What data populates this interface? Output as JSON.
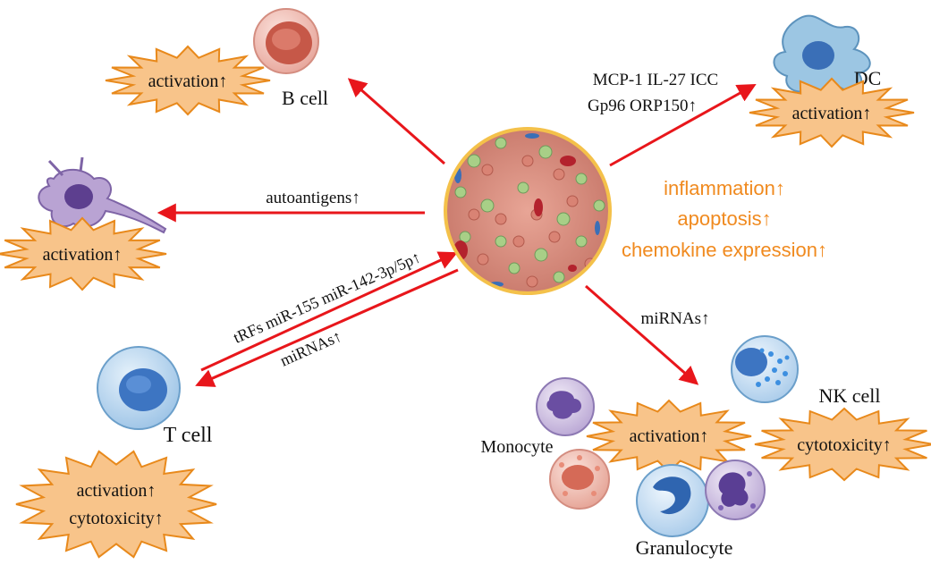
{
  "colors": {
    "arrow": "#e8161b",
    "burst_fill": "#f8c48a",
    "burst_stroke": "#e8891b",
    "highlight_text": "#f08a1f",
    "text": "#111111"
  },
  "icons": {
    "center": "tissue-section-icon",
    "b_cell": "b-cell-icon",
    "dc": "dendritic-cell-icon",
    "macrophage": "macrophage-icon",
    "t_cell": "t-cell-icon",
    "nk_cell": "nk-cell-icon",
    "monocyte": "monocyte-icon",
    "granulocyte": "granulocyte-icon"
  },
  "cells": {
    "b_cell": "B cell",
    "dc": "DC",
    "t_cell": "T cell",
    "nk_cell": "NK cell",
    "monocyte": "Monocyte",
    "granulocyte": "Granulocyte"
  },
  "effects": {
    "b_cell": "activation↑",
    "dc": "activation↑",
    "macrophage": "activation↑",
    "innate": "activation↑",
    "nk_cell": "cytotoxicity↑",
    "t_cell_1": "activation↑",
    "t_cell_2": "cytotoxicity↑"
  },
  "arrow_labels": {
    "dc_line1": "MCP-1 IL-27 ICC",
    "dc_line2": "Gp96 ORP150↑",
    "macrophage": "autoantigens↑",
    "t_cell_up": "tRFs  miR-155  miR-142-3p/5p↑",
    "t_cell_down": "miRNAs↑",
    "innate": "miRNAs↑"
  },
  "tissue_effects": [
    "inflammation↑",
    "apoptosis↑",
    "chemokine expression↑"
  ]
}
